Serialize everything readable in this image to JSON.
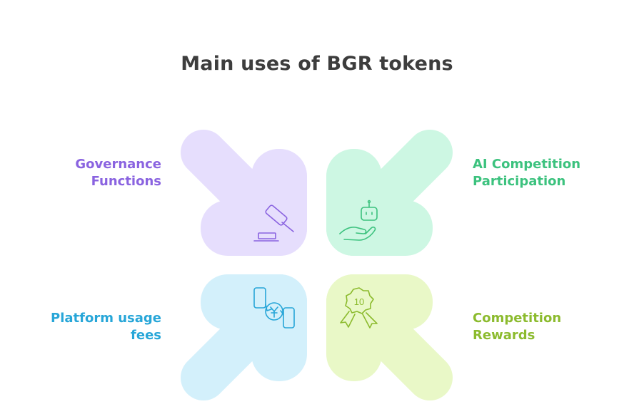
{
  "title": "Main uses of BGR tokens",
  "quadrants": [
    {
      "lines": [
        "Governance",
        "Functions"
      ],
      "color": "#8a63e0",
      "fill": "#e6defd",
      "icon": "gavel-icon"
    },
    {
      "lines": [
        "AI Competition",
        "Participation"
      ],
      "color": "#3cc27e",
      "fill": "#cdf7e3",
      "icon": "robot-hand-icon"
    },
    {
      "lines": [
        "Platform usage",
        "fees"
      ],
      "color": "#27a6d8",
      "fill": "#d3f0fb",
      "icon": "currency-exchange-icon"
    },
    {
      "lines": [
        "Competition",
        "Rewards"
      ],
      "color": "#8cbb2e",
      "fill": "#e9f8c7",
      "icon": "award-badge-icon"
    }
  ],
  "badge_number": "10"
}
